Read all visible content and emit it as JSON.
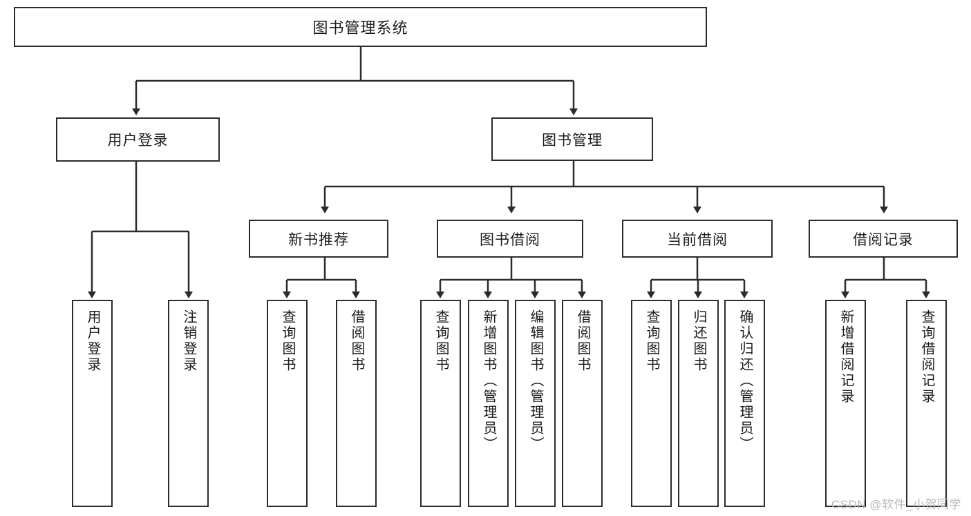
{
  "diagram": {
    "title": "图书管理系统",
    "type": "tree-hierarchy",
    "watermark": "CSDN @软件_小贺同学",
    "colors": {
      "stroke": "#2b2b2b",
      "fill": "#ffffff",
      "text": "#1c1c1c",
      "watermark": "#b9b9b9"
    },
    "root": {
      "label": "图书管理系统"
    },
    "level1": [
      {
        "label": "用户登录"
      },
      {
        "label": "图书管理"
      }
    ],
    "level2": [
      {
        "label": "新书推荐"
      },
      {
        "label": "图书借阅"
      },
      {
        "label": "当前借阅"
      },
      {
        "label": "借阅记录"
      }
    ],
    "leaves": {
      "user_login": [
        {
          "label": "用户登录"
        },
        {
          "label": "注销登录"
        }
      ],
      "new_book": [
        {
          "label": "查询图书"
        },
        {
          "label": "借阅图书"
        }
      ],
      "book_borrow": [
        {
          "label": "查询图书"
        },
        {
          "label": "新增图书（管理员）"
        },
        {
          "label": "编辑图书（管理员）"
        },
        {
          "label": "借阅图书"
        }
      ],
      "current_borrow": [
        {
          "label": "查询图书"
        },
        {
          "label": "归还图书"
        },
        {
          "label": "确认归还（管理员）"
        }
      ],
      "borrow_record": [
        {
          "label": "新增借阅记录"
        },
        {
          "label": "查询借阅记录"
        }
      ]
    }
  }
}
